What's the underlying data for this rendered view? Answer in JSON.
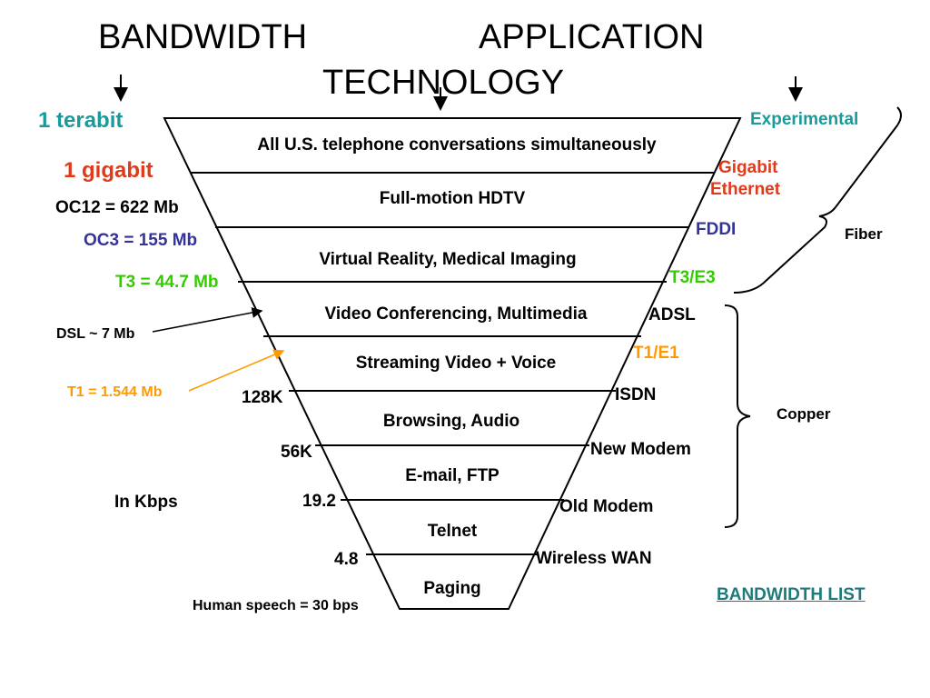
{
  "title": {
    "bandwidth": "BANDWIDTH",
    "application": "APPLICATION",
    "technology": "TECHNOLOGY"
  },
  "layers": [
    "All U.S. telephone conversations simultaneously",
    "Full-motion HDTV",
    "Virtual Reality, Medical Imaging",
    "Video Conferencing, Multimedia",
    "Streaming Video + Voice",
    "Browsing, Audio",
    "E-mail, FTP",
    "Telnet",
    "Paging"
  ],
  "bandwidth_labels": {
    "terabit": "1 terabit",
    "gigabit": "1 gigabit",
    "oc12": "OC12 = 622 Mb",
    "oc3": "OC3 = 155 Mb",
    "t3": "T3 = 44.7 Mb",
    "dsl": "DSL ~ 7 Mb",
    "t1": "T1 = 1.544 Mb",
    "k128": "128K",
    "k56": "56K",
    "k19": "19.2",
    "k4": "4.8",
    "in_kbps": "In Kbps",
    "human_speech": "Human speech = 30 bps"
  },
  "technology_labels": {
    "experimental": "Experimental",
    "gigabit_ethernet_1": "Gigabit",
    "gigabit_ethernet_2": "Ethernet",
    "fddi": "FDDI",
    "t3e3": "T3/E3",
    "adsl": "ADSL",
    "t1e1": "T1/E1",
    "isdn": "ISDN",
    "new_modem": "New Modem",
    "old_modem": "Old Modem",
    "wireless_wan": "Wireless WAN"
  },
  "groups": {
    "fiber": "Fiber",
    "copper": "Copper"
  },
  "link": {
    "bandwidth_list": "BANDWIDTH LIST"
  },
  "colors": {
    "teal": "#1a9a9a",
    "red": "#e03a1a",
    "blue": "#333399",
    "green": "#33cc00",
    "orange": "#ff9900",
    "link": "#1f7a7a"
  }
}
